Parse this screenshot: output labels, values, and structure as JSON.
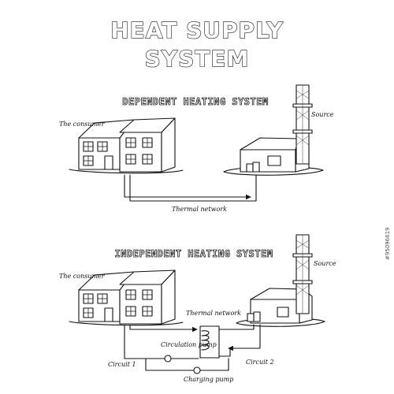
{
  "title": {
    "line1": "HEAT SUPPLY",
    "line2": "SYSTEM"
  },
  "dependent": {
    "heading": "DEPENDENT HEATING SYSTEM",
    "consumer_label": "The consumer",
    "source_label": "Source",
    "network_label": "Thermal network"
  },
  "independent": {
    "heading": "INDEPENDENT HEATING SYSTEM",
    "consumer_label": "The consumer",
    "source_label": "Source",
    "network_label": "Thermal network",
    "circulation_pump_label": "Circulation pump",
    "circuit1_label": "Circuit 1",
    "circuit2_label": "Circuit 2",
    "charging_pump_label": "Charging pump"
  },
  "watermark": "#95096619"
}
